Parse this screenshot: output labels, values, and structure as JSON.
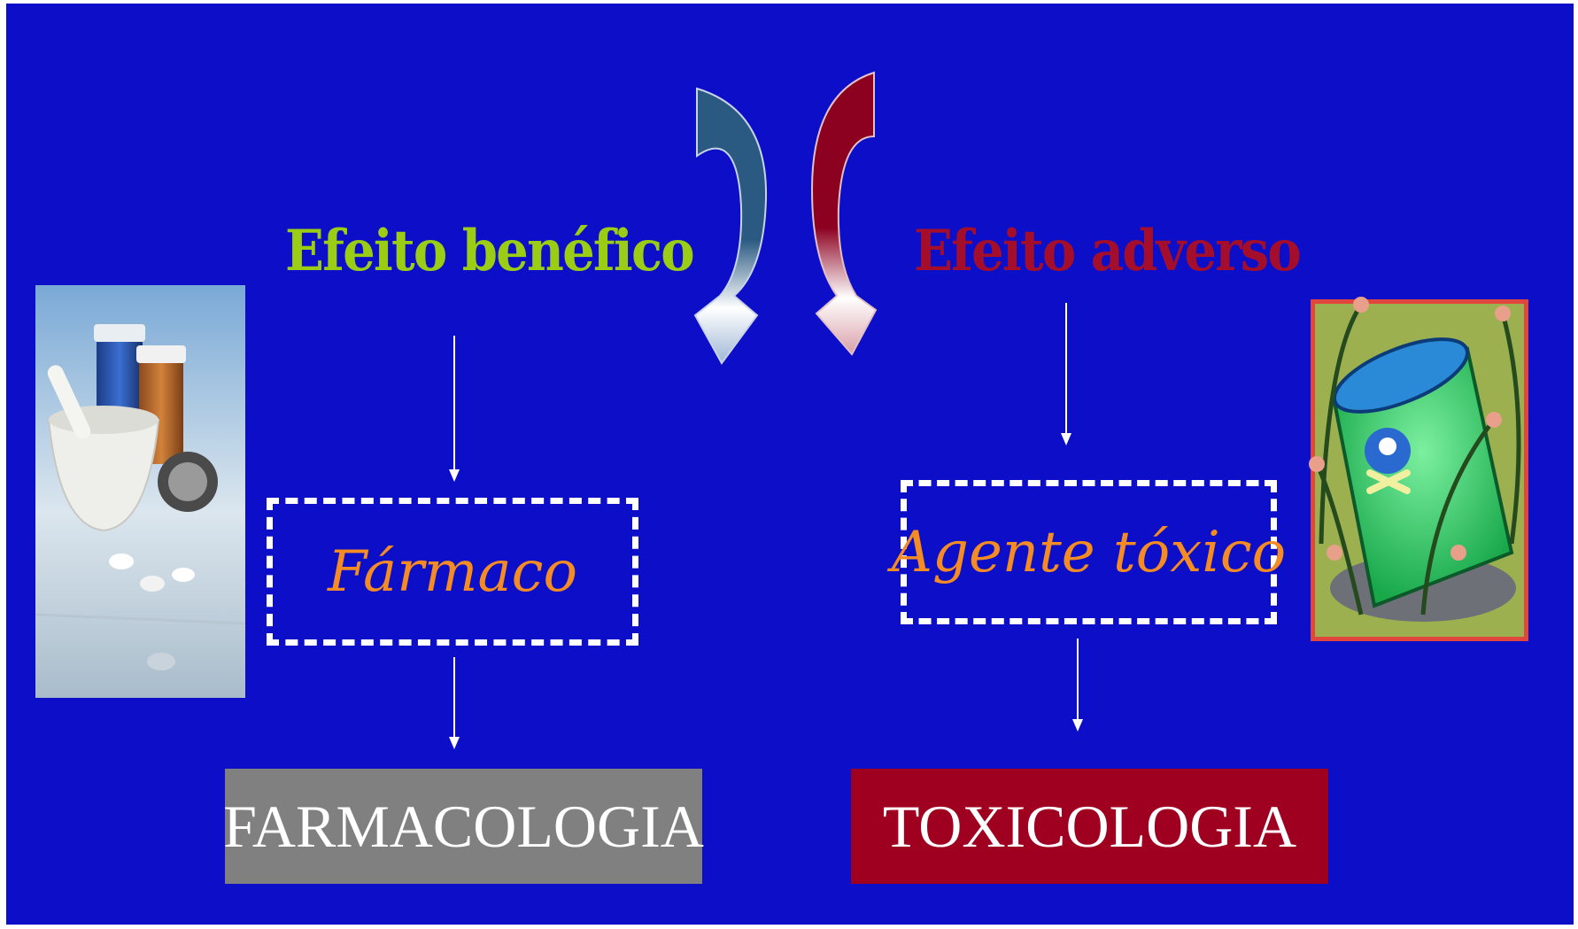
{
  "left": {
    "heading": "Efeito benéfico",
    "box_label": "Fármaco",
    "result_label": "FARMACOLOGIA",
    "heading_color": "#9acd14",
    "result_color": "#808080",
    "image_icon": "pharmacy-mortar-pills-icon"
  },
  "right": {
    "heading": "Efeito adverso",
    "box_label": "Agente tóxico",
    "result_label": "TOXICOLOGIA",
    "heading_color": "#a50e2a",
    "result_color": "#a00020",
    "image_icon": "toxic-barrel-icon"
  },
  "colors": {
    "background": "#0d0fc8",
    "box_text": "#f58b23",
    "arrow_blue": "#2a5a82",
    "arrow_red": "#8c0020"
  }
}
